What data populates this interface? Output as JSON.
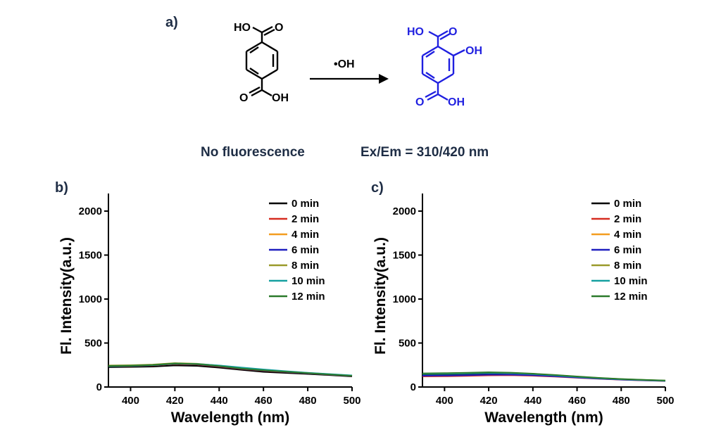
{
  "panel_a": {
    "label": "a)",
    "reactant": {
      "top_group": "HO",
      "top_o": "O",
      "bottom_o": "O",
      "bottom_group": "OH",
      "caption": "No fluorescence",
      "color": "#000000"
    },
    "arrow_label": "•OH",
    "product": {
      "top_group": "HO",
      "top_o": "O",
      "side_group": "OH",
      "bottom_o": "O",
      "bottom_group": "OH",
      "caption": "Ex/Em = 310/420 nm",
      "color": "#1f1fe0"
    },
    "caption_color": "#1e2d45"
  },
  "chart_data": [
    {
      "panel_label": "b)",
      "type": "line",
      "xlabel": "Wavelength (nm)",
      "ylabel": "Fl. Intensity(a.u.)",
      "xlim": [
        390,
        500
      ],
      "ylim": [
        0,
        2200
      ],
      "xticks": [
        400,
        420,
        440,
        460,
        480,
        500
      ],
      "yticks": [
        0,
        500,
        1000,
        1500,
        2000
      ],
      "grid": false,
      "legend_position": "top-right",
      "x": [
        390,
        400,
        410,
        420,
        430,
        440,
        450,
        460,
        470,
        480,
        490,
        500
      ],
      "series": [
        {
          "name": "0 min",
          "color": "#000000",
          "values": [
            225,
            228,
            232,
            245,
            240,
            220,
            195,
            172,
            160,
            148,
            135,
            120
          ]
        },
        {
          "name": "2 min",
          "color": "#d62d20",
          "values": [
            235,
            238,
            245,
            262,
            255,
            232,
            205,
            185,
            170,
            155,
            140,
            125
          ]
        },
        {
          "name": "4 min",
          "color": "#f39c1f",
          "values": [
            242,
            245,
            252,
            270,
            262,
            240,
            212,
            190,
            174,
            158,
            143,
            128
          ]
        },
        {
          "name": "6 min",
          "color": "#1f1fbf",
          "values": [
            238,
            240,
            248,
            265,
            258,
            236,
            208,
            188,
            172,
            156,
            141,
            126
          ]
        },
        {
          "name": "8 min",
          "color": "#9a9a2a",
          "values": [
            245,
            248,
            255,
            272,
            265,
            243,
            215,
            194,
            177,
            160,
            145,
            130
          ]
        },
        {
          "name": "10 min",
          "color": "#16a0a0",
          "values": [
            236,
            240,
            248,
            266,
            262,
            245,
            222,
            200,
            180,
            162,
            147,
            132
          ]
        },
        {
          "name": "12 min",
          "color": "#2b7a2b",
          "values": [
            240,
            243,
            251,
            268,
            260,
            238,
            210,
            190,
            174,
            158,
            142,
            127
          ]
        }
      ]
    },
    {
      "panel_label": "c)",
      "type": "line",
      "xlabel": "Wavelength (nm)",
      "ylabel": "Fl. Intensity(a.u.)",
      "xlim": [
        390,
        500
      ],
      "ylim": [
        0,
        2200
      ],
      "xticks": [
        400,
        420,
        440,
        460,
        480,
        500
      ],
      "yticks": [
        0,
        500,
        1000,
        1500,
        2000
      ],
      "grid": false,
      "legend_position": "top-right",
      "x": [
        390,
        400,
        410,
        420,
        430,
        440,
        450,
        460,
        470,
        480,
        490,
        500
      ],
      "series": [
        {
          "name": "0 min",
          "color": "#000000",
          "values": [
            140,
            142,
            145,
            150,
            148,
            140,
            128,
            112,
            98,
            86,
            78,
            70
          ]
        },
        {
          "name": "2 min",
          "color": "#d62d20",
          "values": [
            120,
            122,
            126,
            132,
            134,
            128,
            118,
            105,
            93,
            83,
            75,
            68
          ]
        },
        {
          "name": "4 min",
          "color": "#f39c1f",
          "values": [
            150,
            152,
            156,
            162,
            158,
            148,
            133,
            116,
            101,
            89,
            80,
            72
          ]
        },
        {
          "name": "6 min",
          "color": "#1f1fbf",
          "values": [
            128,
            130,
            134,
            140,
            140,
            134,
            122,
            108,
            95,
            84,
            76,
            69
          ]
        },
        {
          "name": "8 min",
          "color": "#9a9a2a",
          "values": [
            152,
            155,
            159,
            165,
            160,
            150,
            135,
            118,
            102,
            90,
            81,
            73
          ]
        },
        {
          "name": "10 min",
          "color": "#16a0a0",
          "values": [
            148,
            150,
            154,
            160,
            157,
            147,
            132,
            115,
            100,
            88,
            79,
            71
          ]
        },
        {
          "name": "12 min",
          "color": "#2b7a2b",
          "values": [
            155,
            158,
            162,
            168,
            163,
            152,
            137,
            120,
            104,
            91,
            82,
            74
          ]
        }
      ]
    }
  ]
}
